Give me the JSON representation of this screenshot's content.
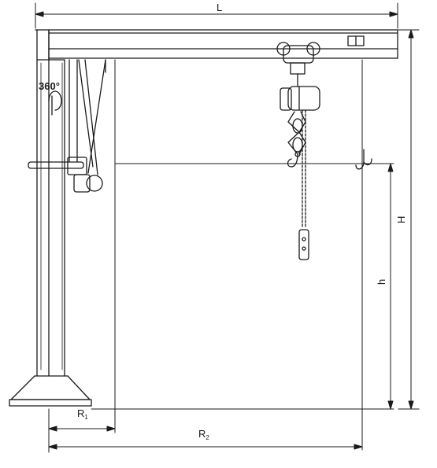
{
  "diagram": {
    "labels": {
      "rotation": "360°",
      "length": "L",
      "height_total": "H",
      "height_hook": "h",
      "radius_1": "R",
      "radius_1_sub": "1",
      "radius_2": "R",
      "radius_2_sub": "2"
    },
    "colors": {
      "line": "#1a1a1a",
      "background": "#ffffff"
    }
  }
}
